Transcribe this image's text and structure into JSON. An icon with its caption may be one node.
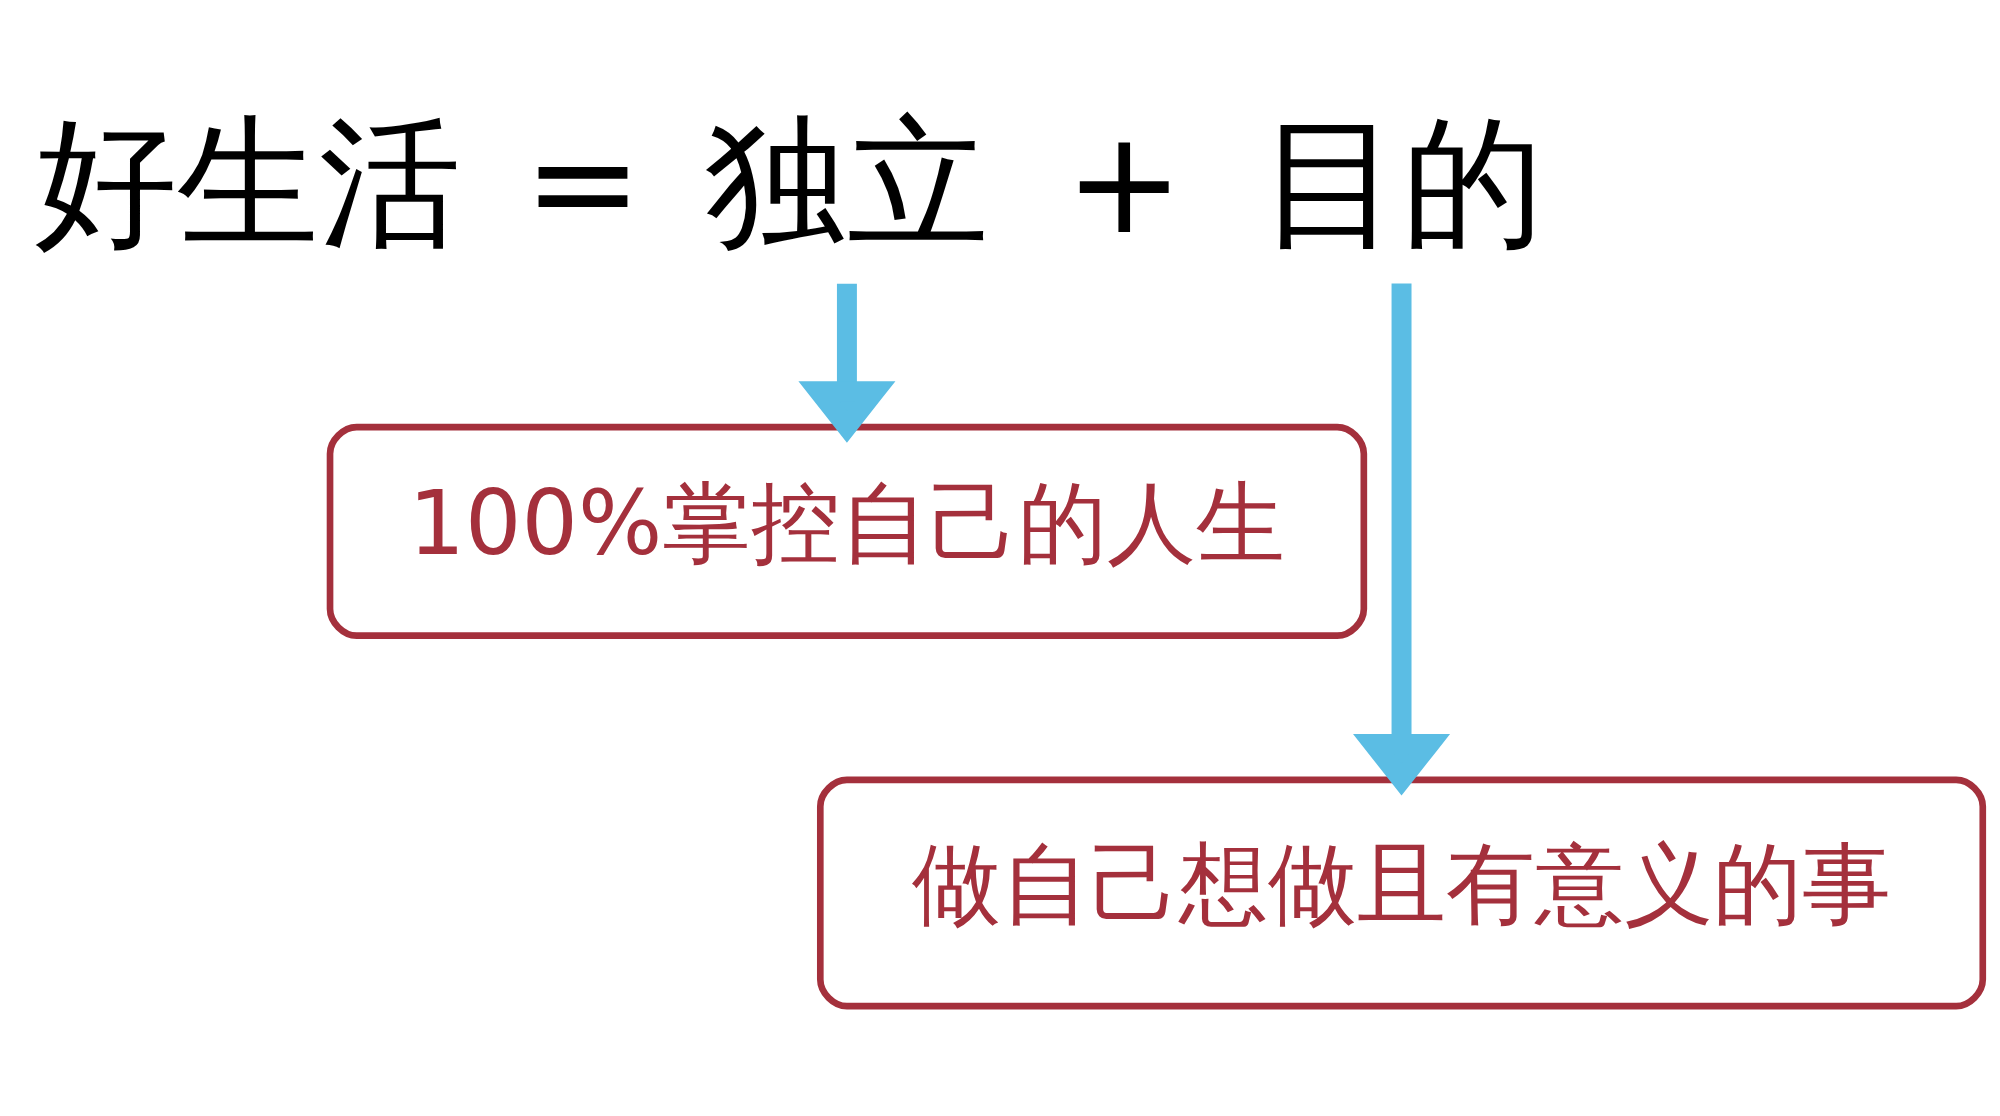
{
  "diagram": {
    "nodes": [
      {
        "text": [
          "独立"
        ]
      },
      {
        "text": [
          "目的"
        ]
      },
      {
        "text": [
          "100%掌控自己的人生"
        ]
      },
      {
        "text": [
          "做自己想做且有意义的事"
        ]
      }
    ],
    "edges": [
      {
        "from": 0,
        "to": 2,
        "arrow": "to"
      },
      {
        "from": 1,
        "to": 3,
        "arrow": "to"
      }
    ],
    "labels": [
      "好生活",
      "=",
      "+"
    ]
  }
}
